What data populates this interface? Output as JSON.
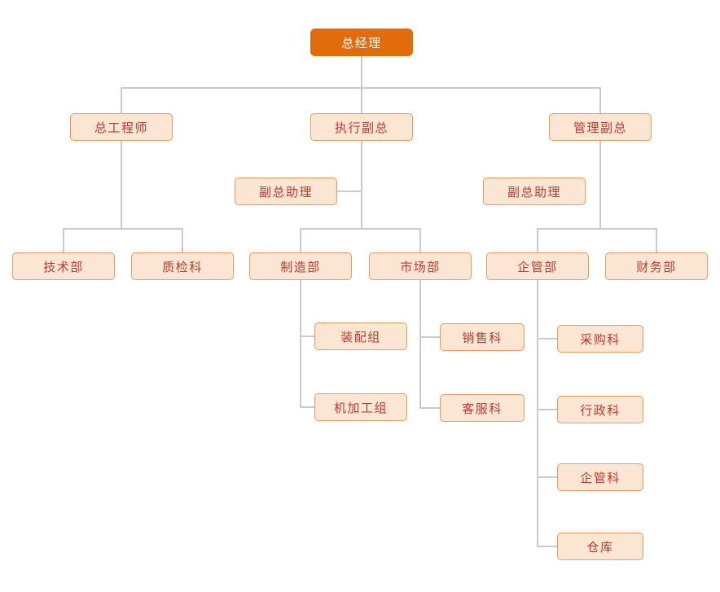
{
  "diagram": {
    "type": "org-chart",
    "description": "Company organization chart"
  },
  "colors": {
    "root_fill": "#E36C0A",
    "root_text": "#FFFFFF",
    "node_fill": "#FBE5D3",
    "node_border": "#EF9B57",
    "node_text": "#C13B2C",
    "connector": "#CBCBCB",
    "background": "#FFFFFF"
  },
  "nodes": {
    "general_manager": {
      "label": "总经理",
      "level": 1
    },
    "chief_engineer": {
      "label": "总工程师",
      "level": 2
    },
    "executive_vp": {
      "label": "执行副总",
      "level": 2
    },
    "management_vp": {
      "label": "管理副总",
      "level": 2
    },
    "vp_assistant_exec": {
      "label": "副总助理",
      "level": 2.5
    },
    "vp_assistant_mgmt": {
      "label": "副总助理",
      "level": 2.5
    },
    "tech_dept": {
      "label": "技术部",
      "level": 3
    },
    "qc_section": {
      "label": "质检科",
      "level": 3
    },
    "manufacturing_dept": {
      "label": "制造部",
      "level": 3
    },
    "marketing_dept": {
      "label": "市场部",
      "level": 3
    },
    "enterprise_mgmt_dept": {
      "label": "企管部",
      "level": 3
    },
    "finance_dept": {
      "label": "财务部",
      "level": 3
    },
    "assembly_group": {
      "label": "装配组",
      "level": 4
    },
    "machining_group": {
      "label": "机加工组",
      "level": 4
    },
    "sales_section": {
      "label": "销售科",
      "level": 4
    },
    "customer_service_section": {
      "label": "客服科",
      "level": 4
    },
    "purchasing_section": {
      "label": "采购科",
      "level": 4
    },
    "admin_section": {
      "label": "行政科",
      "level": 4
    },
    "enterprise_mgmt_section": {
      "label": "企管科",
      "level": 4
    },
    "warehouse": {
      "label": "仓库",
      "level": 4
    }
  },
  "edges": [
    {
      "from": "general_manager",
      "to": "chief_engineer"
    },
    {
      "from": "general_manager",
      "to": "executive_vp"
    },
    {
      "from": "general_manager",
      "to": "management_vp"
    },
    {
      "from": "executive_vp",
      "to": "vp_assistant_exec"
    },
    {
      "from": "chief_engineer",
      "to": "tech_dept"
    },
    {
      "from": "chief_engineer",
      "to": "qc_section"
    },
    {
      "from": "executive_vp",
      "to": "manufacturing_dept"
    },
    {
      "from": "executive_vp",
      "to": "marketing_dept"
    },
    {
      "from": "management_vp",
      "to": "enterprise_mgmt_dept"
    },
    {
      "from": "management_vp",
      "to": "finance_dept"
    },
    {
      "from": "manufacturing_dept",
      "to": "assembly_group"
    },
    {
      "from": "manufacturing_dept",
      "to": "machining_group"
    },
    {
      "from": "marketing_dept",
      "to": "sales_section"
    },
    {
      "from": "marketing_dept",
      "to": "customer_service_section"
    },
    {
      "from": "enterprise_mgmt_dept",
      "to": "purchasing_section"
    },
    {
      "from": "enterprise_mgmt_dept",
      "to": "admin_section"
    },
    {
      "from": "enterprise_mgmt_dept",
      "to": "enterprise_mgmt_section"
    },
    {
      "from": "enterprise_mgmt_dept",
      "to": "warehouse"
    }
  ]
}
